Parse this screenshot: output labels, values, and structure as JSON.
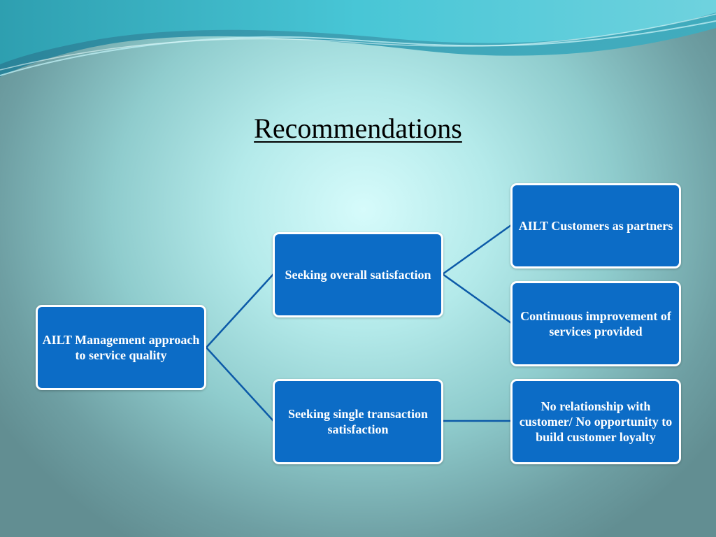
{
  "slide": {
    "title": "Recommendations"
  },
  "diagram": {
    "root": "AILT Management approach to service quality",
    "branch_overall": "Seeking overall satisfaction",
    "branch_single": "Seeking single transaction satisfaction",
    "leaf_partners": "AILT Customers as partners",
    "leaf_improvement": "Continuous improvement of services provided",
    "leaf_no_relationship": "No relationship with customer/ No opportunity to build customer loyalty"
  },
  "colors": {
    "box_fill": "#0c6cc6",
    "box_border": "#ffffff",
    "connector": "#0c5aa8",
    "wave_teal": "#3fc3cf",
    "wave_dark": "#2a8fa6"
  }
}
